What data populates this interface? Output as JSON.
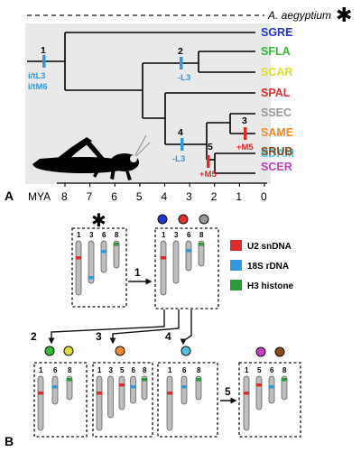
{
  "panel_a": {
    "letter": "A",
    "outgroup": {
      "label": "A. aegyptium",
      "star": "✱"
    },
    "taxa": [
      {
        "code": "SGRE",
        "color": "#2233cc"
      },
      {
        "code": "SFLA",
        "color": "#33bb33"
      },
      {
        "code": "SCAR",
        "color": "#dede33"
      },
      {
        "code": "SPAL",
        "color": "#e03030"
      },
      {
        "code": "SSEC",
        "color": "#999999"
      },
      {
        "code": "SAME",
        "color": "#f08a2a"
      },
      {
        "code": "SDAM",
        "color": "#4fc3dd"
      },
      {
        "code": "SCER",
        "color": "#c23fc0"
      },
      {
        "code": "SRUB",
        "color": "#8a4a1c"
      }
    ],
    "axis": {
      "label": "MYA",
      "ticks": [
        "8",
        "7",
        "6",
        "5",
        "4",
        "3",
        "2",
        "1",
        "0"
      ]
    },
    "events": [
      {
        "num": "1",
        "lines": [
          "i/tL3",
          "i/tM6"
        ],
        "color": "#3399dd"
      },
      {
        "num": "2",
        "lines": [
          "-L3"
        ],
        "color": "#3399dd"
      },
      {
        "num": "3",
        "lines": [
          "+M5"
        ],
        "color": "#dd2a2a"
      },
      {
        "num": "4",
        "lines": [
          "-L3"
        ],
        "color": "#3399dd"
      },
      {
        "num": "5",
        "lines": [
          "+M5"
        ],
        "color": "#dd2a2a"
      }
    ],
    "colors": {
      "background": "#e9e9e9",
      "branch": "#000000",
      "icon": "silhouette-grasshopper"
    }
  },
  "panel_b": {
    "letter": "B",
    "legend": [
      {
        "label": "U2 snDNA",
        "color": "#dd2a2a"
      },
      {
        "label": "18S rDNA",
        "color": "#3399dd"
      },
      {
        "label": "H3 histone",
        "color": "#2a9a3a"
      }
    ],
    "karyotypes": {
      "ancestral": {
        "chromosomes": [
          "1",
          "3",
          "6",
          "8"
        ],
        "marker": "✱"
      },
      "k1": {
        "chromosomes": [
          "1",
          "3",
          "6",
          "8"
        ]
      },
      "k2": {
        "chromosomes": [
          "1",
          "6",
          "8"
        ]
      },
      "k3": {
        "chromosomes": [
          "1",
          "3",
          "5",
          "6",
          "8"
        ]
      },
      "k4": {
        "chromosomes": [
          "1",
          "6",
          "8"
        ]
      },
      "k5": {
        "chromosomes": [
          "1",
          "5",
          "6",
          "8"
        ]
      }
    },
    "steps": [
      "1",
      "2",
      "3",
      "4",
      "5"
    ],
    "colors": {
      "chromosome": "#bdbdbd",
      "chromosome_stroke": "#555555"
    }
  }
}
